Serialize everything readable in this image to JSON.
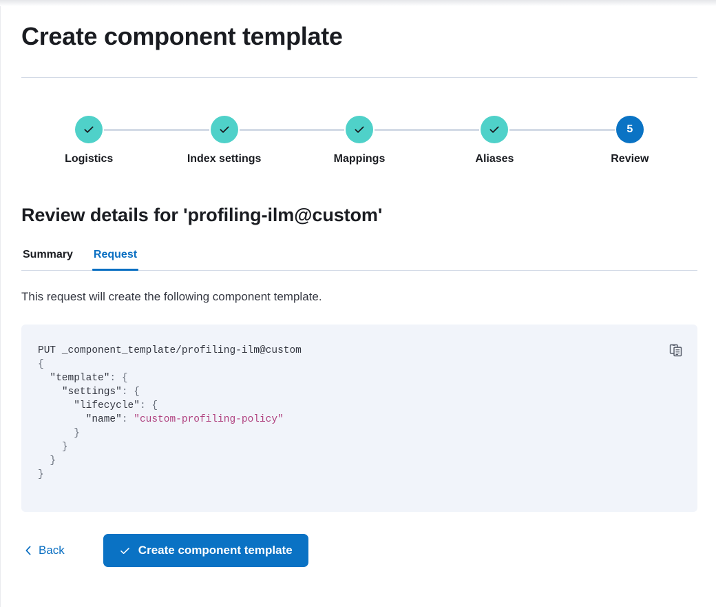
{
  "page": {
    "title": "Create component template"
  },
  "stepper": {
    "steps": [
      {
        "label": "Logistics",
        "state": "complete",
        "indicator": "check-icon",
        "number": 1
      },
      {
        "label": "Index settings",
        "state": "complete",
        "indicator": "check-icon",
        "number": 2
      },
      {
        "label": "Mappings",
        "state": "complete",
        "indicator": "check-icon",
        "number": 3
      },
      {
        "label": "Aliases",
        "state": "complete",
        "indicator": "check-icon",
        "number": 4
      },
      {
        "label": "Review",
        "state": "current",
        "indicator": "5",
        "number": 5
      }
    ],
    "complete_color": "#4fd1c9",
    "current_color": "#0a73c4",
    "connector_color": "#d3dae6"
  },
  "review": {
    "heading": "Review details for 'profiling-ilm@custom'",
    "template_name": "profiling-ilm@custom",
    "tabs": [
      {
        "label": "Summary",
        "active": false
      },
      {
        "label": "Request",
        "active": true
      }
    ],
    "intro": "This request will create the following component template.",
    "code": {
      "method": "PUT",
      "path": "_component_template/profiling-ilm@custom",
      "lifecycle_policy_name": "custom-profiling-policy",
      "lines": [
        "PUT _component_template/profiling-ilm@custom",
        "{",
        "  \"template\": {",
        "    \"settings\": {",
        "      \"lifecycle\": {",
        "        \"name\": \"custom-profiling-policy\"",
        "      }",
        "    }",
        "  }",
        "}"
      ],
      "copy_label": "copy-icon",
      "background": "#f1f4fa",
      "string_color": "#b0417f"
    }
  },
  "actions": {
    "back_label": "Back",
    "submit_label": "Create component template",
    "primary_color": "#0a72c4",
    "link_color": "#0a6fc2"
  }
}
